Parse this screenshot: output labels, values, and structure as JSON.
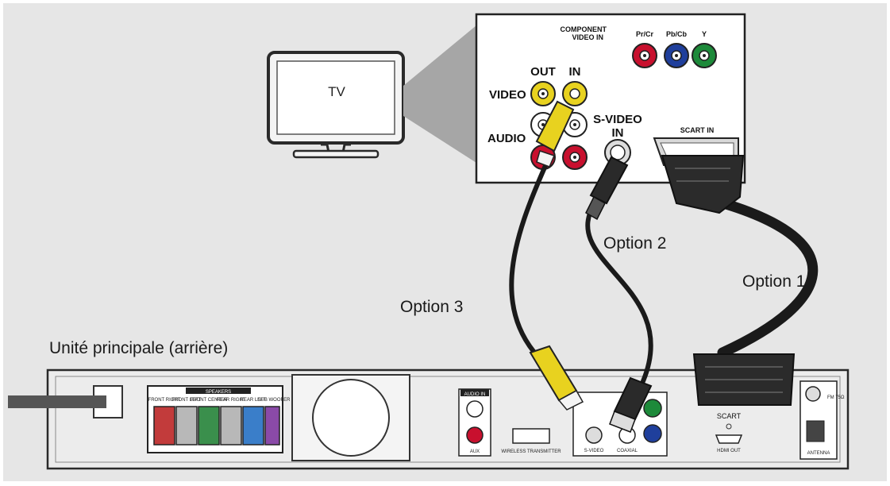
{
  "tv": {
    "label": "TV"
  },
  "tv_panel": {
    "component_title": "COMPONENT",
    "component_subtitle": "VIDEO IN",
    "component_ports": [
      "Pr/Cr",
      "Pb/Cb",
      "Y"
    ],
    "out_label": "OUT",
    "in_label": "IN",
    "video_label": "VIDEO",
    "audio_label": "AUDIO",
    "svideo_label": "S-VIDEO",
    "svideo_in_label": "IN",
    "scart_label": "SCART IN"
  },
  "options": {
    "option1": "Option 1",
    "option2": "Option 2",
    "option3": "Option 3"
  },
  "main_unit": {
    "label": "Unité principale (arrière)",
    "speakers_title": "SPEAKERS",
    "speaker_ports": [
      "FRONT RIGHT",
      "FRONT LEFT",
      "FRONT CENTER",
      "REAR RIGHT",
      "REAR LEFT",
      "SUB WOOFER"
    ],
    "audio_in_title": "AUDIO IN",
    "aux_label": "AUX",
    "wireless_label": "WIRELESS TRANSMITTER",
    "svideo_label": "S-VIDEO",
    "coaxial_label": "COAXIAL",
    "scart_label": "SCART",
    "hdmi_label": "HDMI OUT",
    "fm_label": "FM 75Ω",
    "antenna_label": "ANTENNA"
  },
  "colors": {
    "background": "#e6e6e6",
    "cable": "#1a1a1a",
    "composite_yellow": "#e8d21f",
    "rca_red": "#c8102e",
    "component_blue": "#1f3f9c",
    "component_green": "#1d8a3a",
    "speaker_red": "#c23b3b",
    "speaker_green": "#3a8f4c",
    "speaker_blue": "#3a7ec9",
    "speaker_purple": "#8a4aa8"
  }
}
